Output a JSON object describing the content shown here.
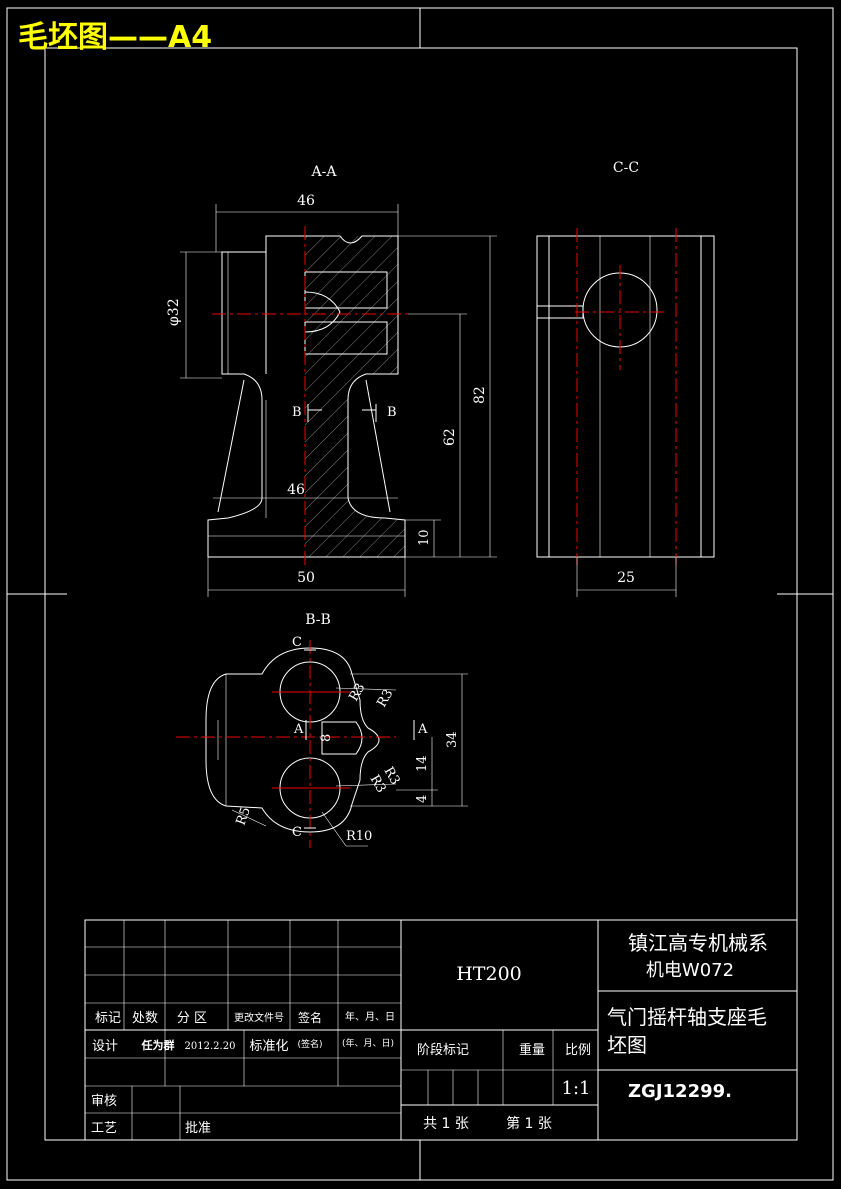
{
  "header": {
    "title": "毛坯图——A4",
    "title_color": "#ffff00"
  },
  "colors": {
    "background": "#000000",
    "lines": "#ffffff",
    "centerline": "#ee0000"
  },
  "views": {
    "aa": {
      "label": "A-A",
      "dim_top": "46",
      "dim_dia": "φ32",
      "dim_height": "82",
      "dim_mid": "62",
      "dim_inner": "46",
      "dim_base": "10",
      "dim_bottom": "50",
      "cut_left": "B",
      "cut_right": "B"
    },
    "cc": {
      "label": "C-C",
      "dim_bottom": "25"
    },
    "bb": {
      "label": "B-B",
      "cut_top": "C",
      "cut_bottom": "C",
      "cut_left": "A",
      "cut_right": "A",
      "r_top1": "R3",
      "r_top2": "R3",
      "r_bot1": "R3",
      "r_bot2": "R3",
      "r5": "R5",
      "r10": "R10",
      "dim_8": "8",
      "dim_34": "34",
      "dim_14": "14",
      "dim_4": "4"
    }
  },
  "title_block": {
    "material": "HT200",
    "school_line1": "镇江高专机械系",
    "school_line2": "机电W072",
    "part_name_1": "气门摇杆轴支座毛",
    "part_name_2": "坯图",
    "drawing_no": "ZGJ12299.",
    "headers": {
      "mark": "标记",
      "count": "处数",
      "zone": "分 区",
      "doc": "更改文件号",
      "sign": "签名",
      "date": "年、月、日"
    },
    "design_label": "设计",
    "designer": "任为群",
    "design_date": "2012.2.20",
    "std_label": "标准化",
    "sign_hint": "(签名)",
    "date_hint": "(年、月、日)",
    "review_label": "审核",
    "process_label": "工艺",
    "approve_label": "批准",
    "stage_label": "阶段标记",
    "weight_label": "重量",
    "scale_label": "比例",
    "scale_value": "1:1",
    "sheets_total": "共 1 张",
    "sheet_no": "第 1 张"
  }
}
